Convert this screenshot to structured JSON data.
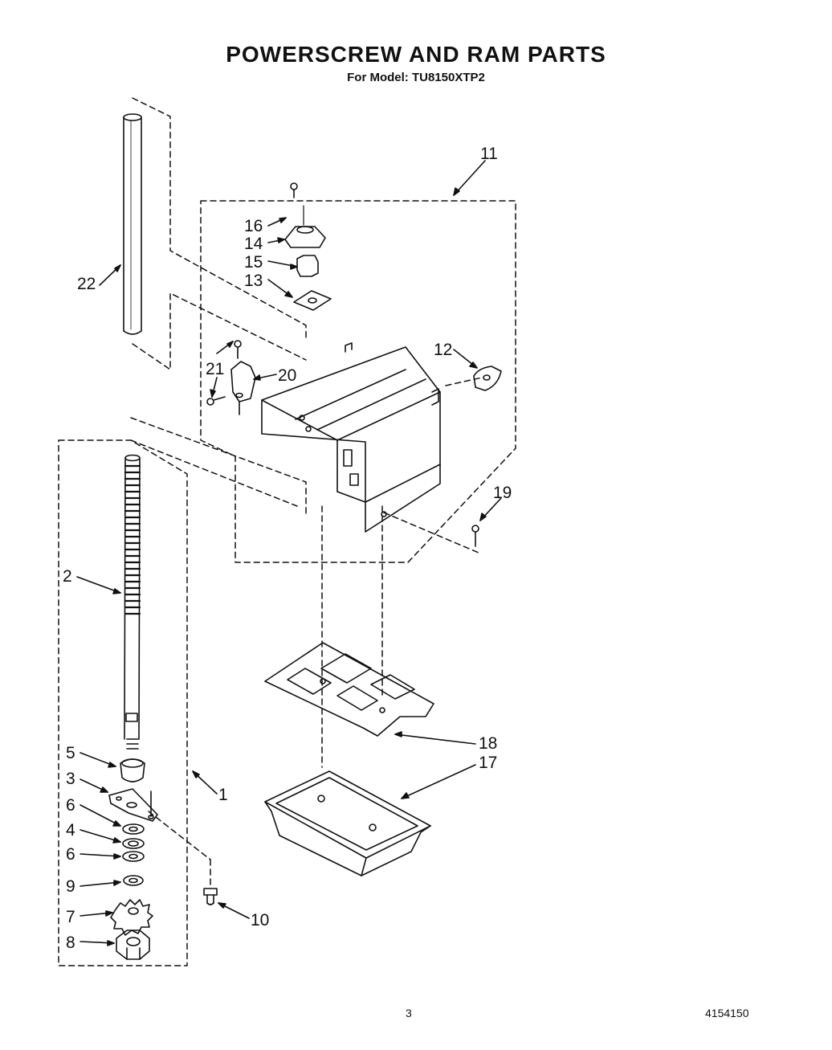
{
  "header": {
    "title": "POWERSCREW AND RAM PARTS",
    "subtitle": "For Model: TU8150XTP2"
  },
  "callouts": {
    "c1": "1",
    "c2": "2",
    "c3": "3",
    "c4": "4",
    "c5": "5",
    "c6a": "6",
    "c6b": "6",
    "c7": "7",
    "c8": "8",
    "c9": "9",
    "c10": "10",
    "c11": "11",
    "c12": "12",
    "c13": "13",
    "c14": "14",
    "c15": "15",
    "c16": "16",
    "c17": "17",
    "c18": "18",
    "c19": "19",
    "c20": "20",
    "c21": "21",
    "c22": "22"
  },
  "footer": {
    "page_number": "3",
    "document_number": "4154150"
  }
}
